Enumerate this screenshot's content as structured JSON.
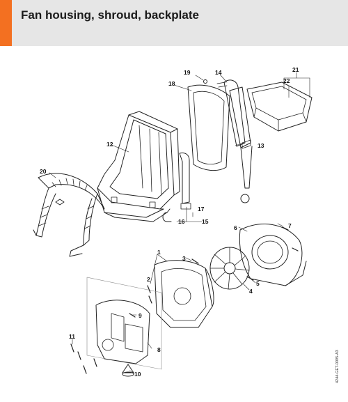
{
  "header": {
    "title": "Fan housing, shroud, backplate"
  },
  "colors": {
    "accent": "#f37021",
    "header_bg": "#e6e6e6",
    "line": "#222222"
  },
  "labels": {
    "l1": "1",
    "l2": "2",
    "l3": "3",
    "l4": "4",
    "l5": "5",
    "l6": "6",
    "l7": "7",
    "l8": "8",
    "l9": "9",
    "l10": "10",
    "l11": "11",
    "l12": "12",
    "l13": "13",
    "l14": "14",
    "l15": "15",
    "l16": "16",
    "l17": "17",
    "l18": "18",
    "l19": "19",
    "l20": "20",
    "l21": "21",
    "l22": "22"
  },
  "drawing_code": "4244-GET-0095-A3"
}
